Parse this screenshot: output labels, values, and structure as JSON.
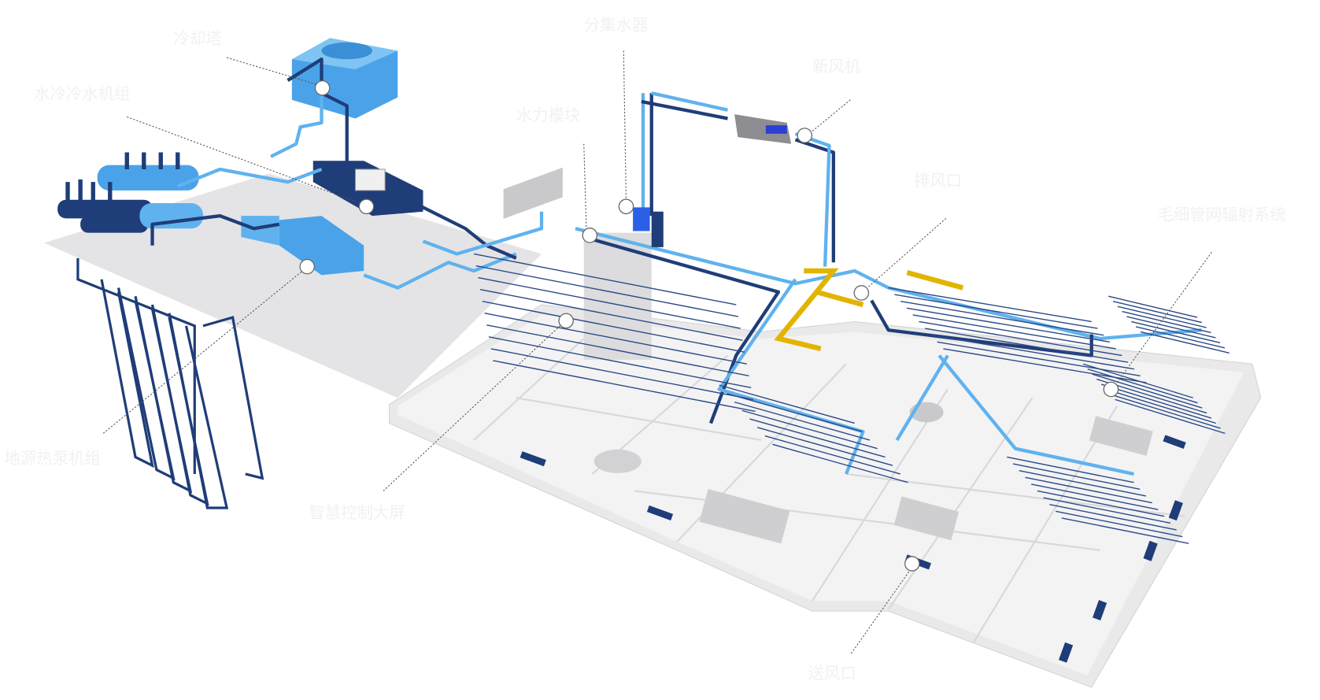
{
  "labels": [
    {
      "id": "cooling-tower",
      "text": "冷却塔"
    },
    {
      "id": "water-chiller",
      "text": "水冷冷水机组"
    },
    {
      "id": "manifold",
      "text": "分集水器"
    },
    {
      "id": "hydraulic-module",
      "text": "水力模块"
    },
    {
      "id": "fresh-air-unit",
      "text": "新风机"
    },
    {
      "id": "exhaust-vent",
      "text": "排风口"
    },
    {
      "id": "capillary-radiant",
      "text": "毛细管网辐射系统"
    },
    {
      "id": "ground-source-heat-pump",
      "text": "地源热泵机组"
    },
    {
      "id": "smart-control-screen",
      "text": "智慧控制大屏"
    },
    {
      "id": "supply-vent",
      "text": "送风口"
    }
  ],
  "colors": {
    "light_pipe": "#5fb2ee",
    "dark_pipe": "#1f3d78",
    "duct": "#e2b400",
    "equipment": "#4aa3e8"
  }
}
